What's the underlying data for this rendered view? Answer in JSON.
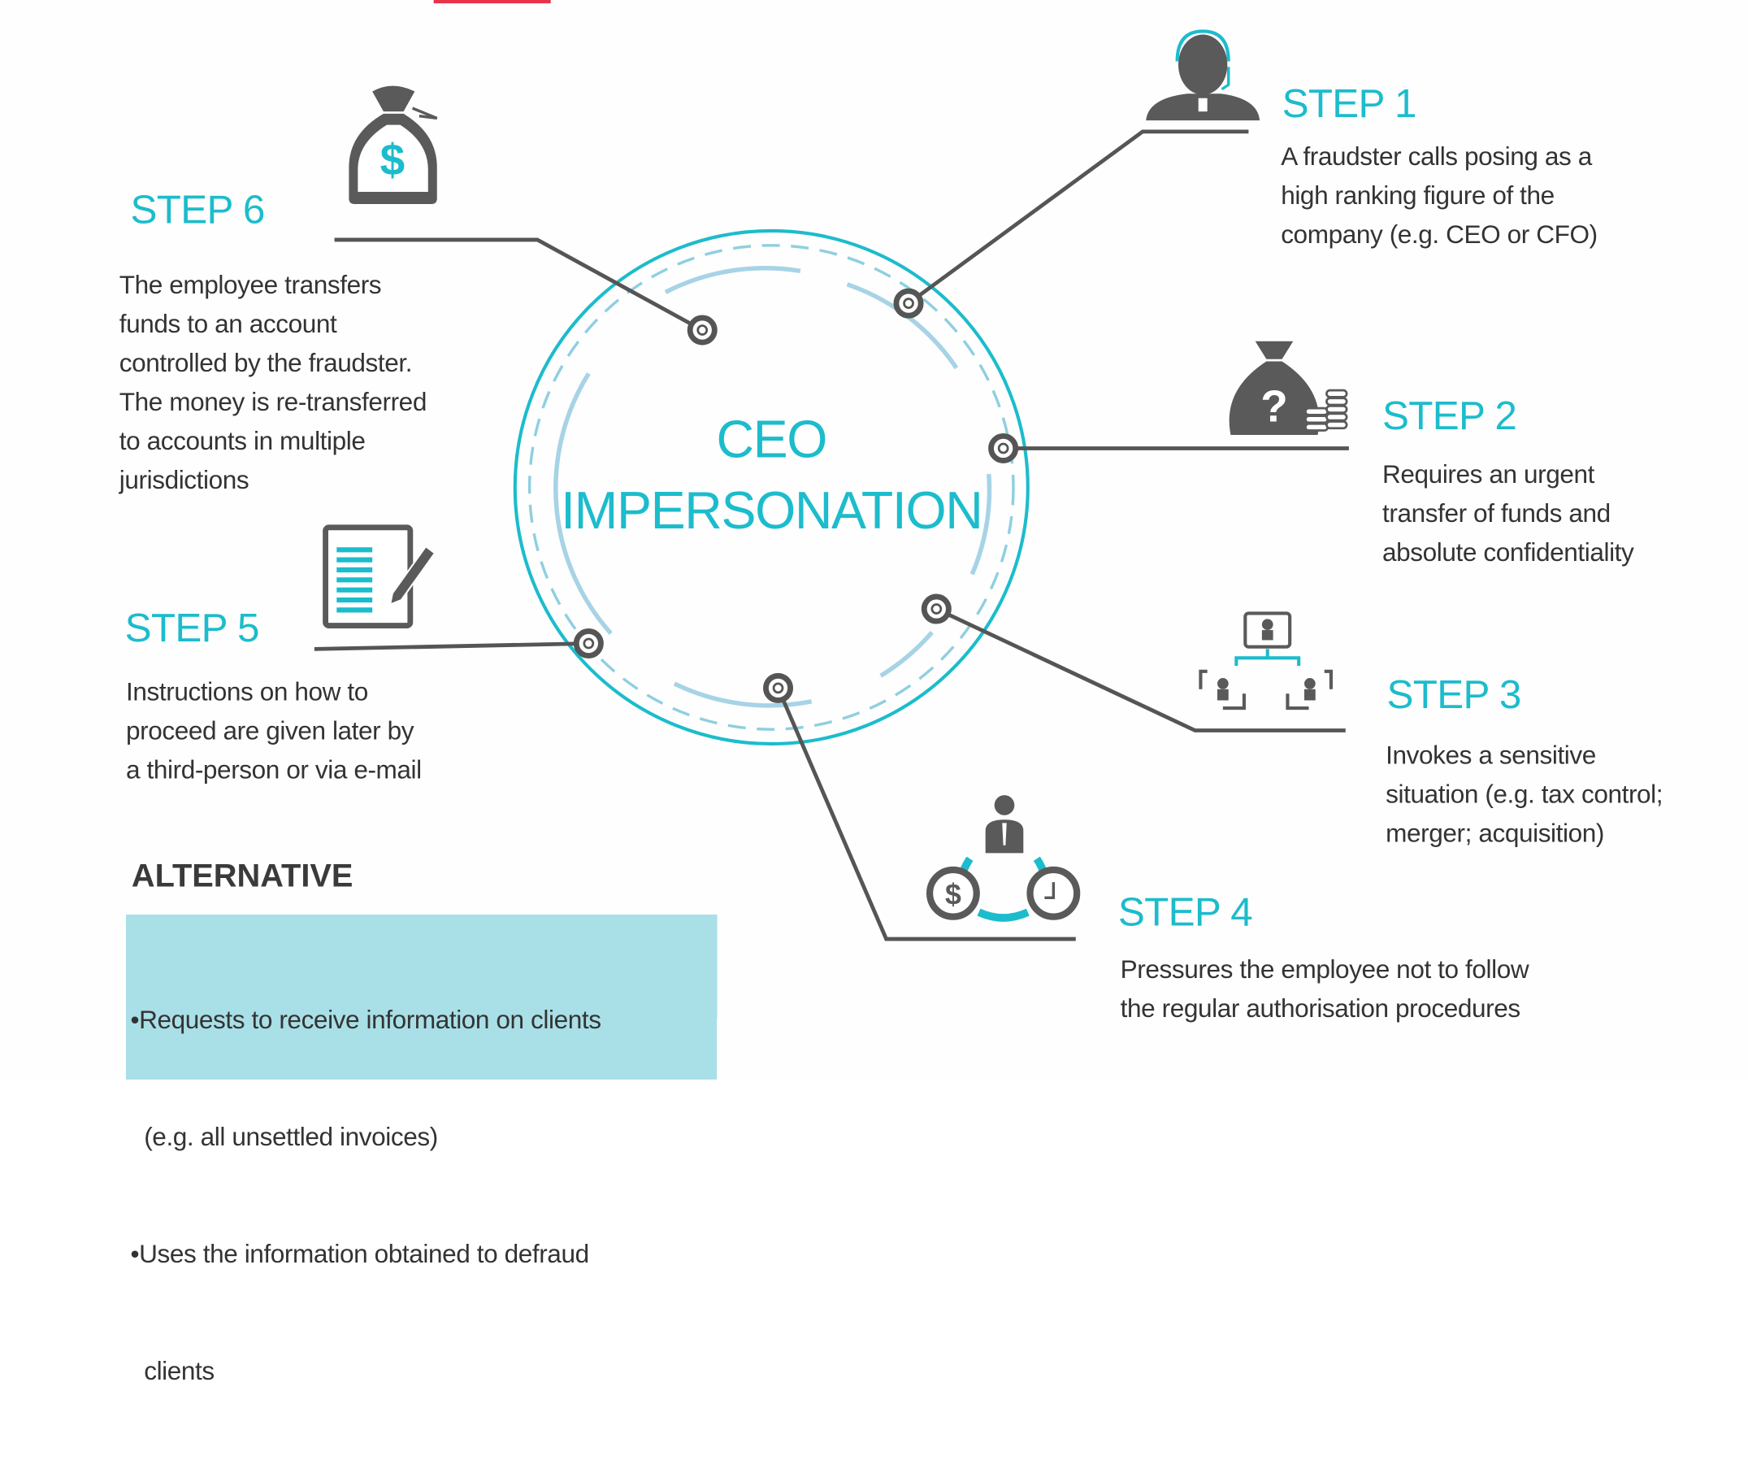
{
  "title": {
    "line1": "CEO",
    "line2": "IMPERSONATION"
  },
  "colors": {
    "accent": "#1cbccc",
    "dark": "#555555",
    "light_arc": "#a7d3e6",
    "alt_box": "#a9dfe7",
    "top_bar": "#e8334a"
  },
  "steps": [
    {
      "label": "STEP 1",
      "icon": "call-center-agent-icon",
      "lines": [
        "A fraudster calls posing  as a",
        "high ranking figure of the",
        "company (e.g. CEO or CFO)"
      ]
    },
    {
      "label": "STEP 2",
      "icon": "money-bag-question-icon",
      "lines": [
        "Requires an urgent",
        "transfer of funds and",
        "absolute confidentiality"
      ]
    },
    {
      "label": "STEP 3",
      "icon": "org-chart-icon",
      "lines": [
        "Invokes a sensitive",
        "situation (e.g. tax control;",
        "merger; acquisition)"
      ]
    },
    {
      "label": "STEP 4",
      "icon": "pressure-cycle-icon",
      "lines": [
        "Pressures the employee not to follow",
        "the regular authorisation procedures"
      ]
    },
    {
      "label": "STEP 5",
      "icon": "document-pen-icon",
      "lines": [
        "Instructions on how to",
        "proceed are given later by",
        "a third-person or via e-mail"
      ]
    },
    {
      "label": "STEP 6",
      "icon": "money-bag-dollar-icon",
      "lines": [
        "The employee transfers",
        "funds to an account",
        "controlled by the fraudster.",
        "The money is re-transferred",
        "to accounts in multiple",
        "jurisdictions"
      ]
    }
  ],
  "alternative": {
    "heading": "ALTERNATIVE",
    "lines": [
      "•Requests to receive information on clients",
      "  (e.g. all unsettled invoices)",
      "•Uses the information obtained to defraud",
      "  clients"
    ]
  }
}
